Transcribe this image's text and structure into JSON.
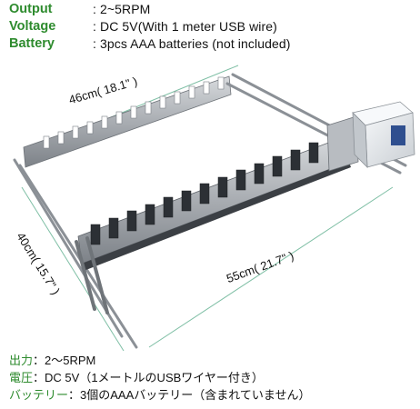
{
  "specs_en": [
    {
      "label": "Output",
      "value": "2~5RPM"
    },
    {
      "label": "Voltage",
      "value": "DC 5V(With 1 meter USB wire)"
    },
    {
      "label": "Battery",
      "value": "3pcs AAA batteries (not included)"
    }
  ],
  "dimensions": {
    "width": "46cm( 18.1\" )",
    "depth": "40cm( 15.7\" )",
    "length": "55cm( 21.7\" )"
  },
  "specs_jp": [
    {
      "label": "出力",
      "value": "2～5RPM"
    },
    {
      "label": "電圧",
      "value": "DC 5V（1メートルのUSBワイヤー付き）"
    },
    {
      "label": "バッテリー",
      "value": "3個のAAAバッテリー（含まれていません）"
    }
  ],
  "colors": {
    "label_green": "#2e8b2e",
    "steel": "#9aa0a6",
    "motor_box": "#e9ecef"
  }
}
